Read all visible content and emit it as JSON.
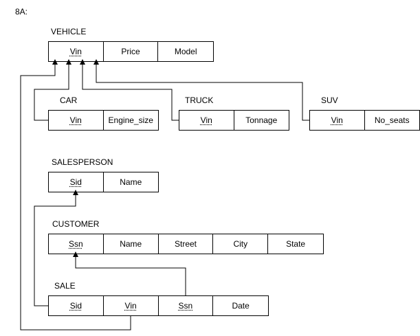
{
  "heading": "8A:",
  "relations": {
    "vehicle": {
      "name": "VEHICLE",
      "attrs": [
        "Vin",
        "Price",
        "Model"
      ]
    },
    "car": {
      "name": "CAR",
      "attrs": [
        "Vin",
        "Engine_size"
      ]
    },
    "truck": {
      "name": "TRUCK",
      "attrs": [
        "Vin",
        "Tonnage"
      ]
    },
    "suv": {
      "name": "SUV",
      "attrs": [
        "Vin",
        "No_seats"
      ]
    },
    "salesperson": {
      "name": "SALESPERSON",
      "attrs": [
        "Sid",
        "Name"
      ]
    },
    "customer": {
      "name": "CUSTOMER",
      "attrs": [
        "Ssn",
        "Name",
        "Street",
        "City",
        "State"
      ]
    },
    "sale": {
      "name": "SALE",
      "attrs": [
        "Sid",
        "Vin",
        "Ssn",
        "Date"
      ]
    }
  }
}
